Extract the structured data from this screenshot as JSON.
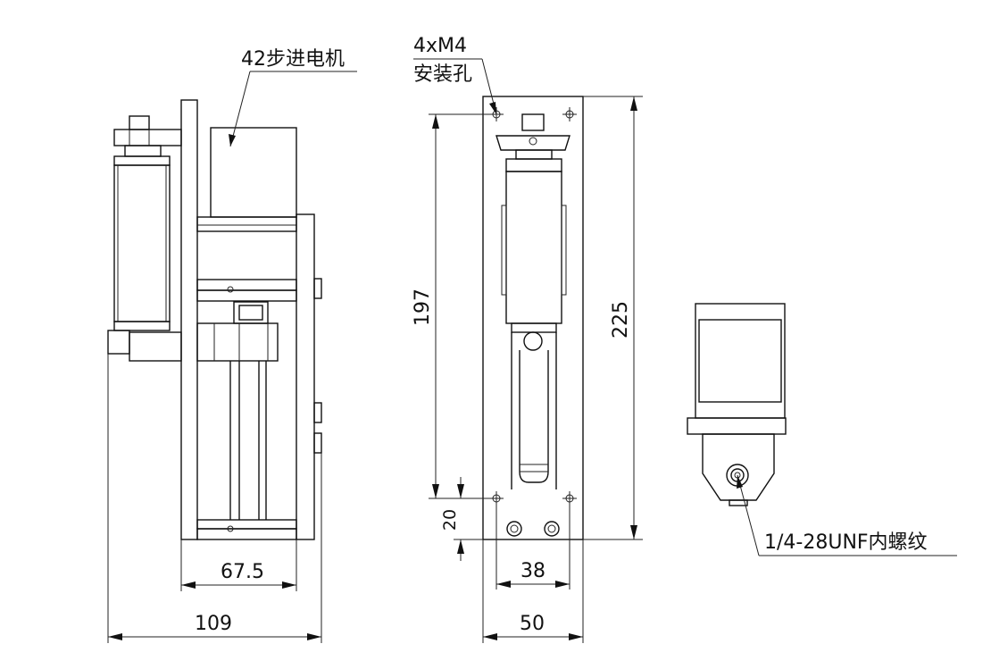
{
  "labels": {
    "motor": "42步进电机",
    "holes_spec": "4xM4",
    "holes_desc": "安装孔",
    "thread": "1/4-28UNF内螺纹"
  },
  "dimensions": {
    "side_inner_width": "67.5",
    "side_total_width": "109",
    "front_hole_spacing_v": "197",
    "front_bottom_offset": "20",
    "front_total_height": "225",
    "front_hole_spacing_h": "38",
    "front_total_width": "50"
  }
}
